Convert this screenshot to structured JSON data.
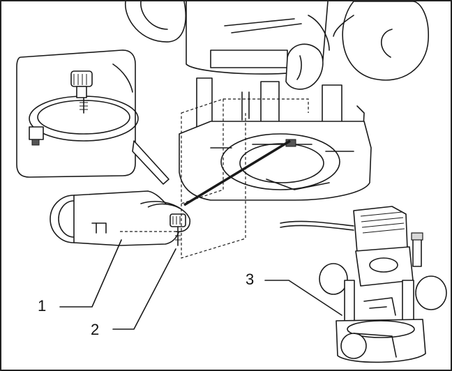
{
  "callouts": [
    {
      "id": "1",
      "label": "1"
    },
    {
      "id": "2",
      "label": "2"
    },
    {
      "id": "3",
      "label": "3"
    }
  ],
  "colors": {
    "line": "#1a1a1a",
    "background": "#ffffff",
    "shade": "#d8d8d8"
  }
}
